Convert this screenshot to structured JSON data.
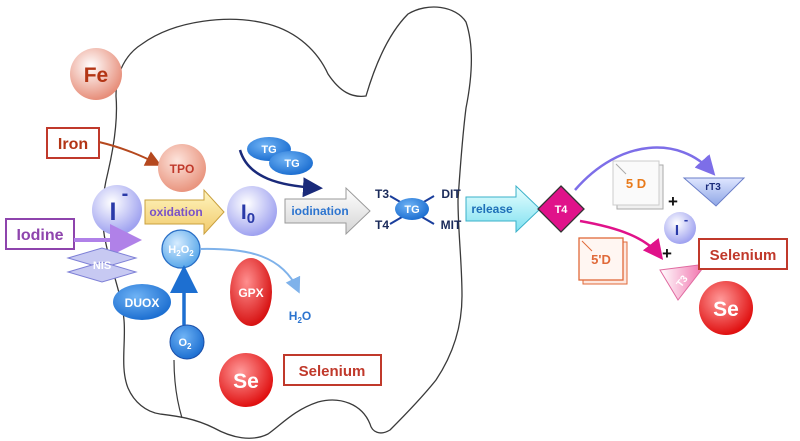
{
  "labels": {
    "fe": "Fe",
    "iron": "Iron",
    "iodine": "Iodine",
    "iodide": "I",
    "iodide_charge": "-",
    "tpo": "TPO",
    "oxidation": "oxidation",
    "i0": "I",
    "i0_sub": "0",
    "iodination": "iodination",
    "tg1": "TG",
    "tg2": "TG",
    "tg_center": "TG",
    "t3": "T3",
    "t4": "T4",
    "dit": "DIT",
    "mit": "MIT",
    "release": "release",
    "t4_diamond": "T4",
    "nis": "NIS",
    "h2o2": "H",
    "h2o2_sub1": "2",
    "h2o2_o": "O",
    "h2o2_sub2": "2",
    "duox": "DUOX",
    "o2": "O",
    "o2_sub": "2",
    "gpx": "GPX",
    "h2o": "H",
    "h2o_sub": "2",
    "h2o_o": "O",
    "se_bottom": "Se",
    "selenium_bottom": "Selenium",
    "five_d": "5 D",
    "rt3": "rT3",
    "plus1": "+",
    "i_minus_right": "I",
    "i_minus_right_charge": "-",
    "plus2": "+",
    "five_prime_d": "5'D",
    "t3_right": "T3",
    "selenium_right": "Selenium",
    "se_right": "Se"
  },
  "colors": {
    "iron_red": "#c0392b",
    "iodine_purple": "#8e44ad",
    "selenium_red": "#e0201b",
    "blue_dark": "#1a3e9c",
    "tg_blue": "#2f7ad6",
    "magenta": "#e0128a"
  }
}
